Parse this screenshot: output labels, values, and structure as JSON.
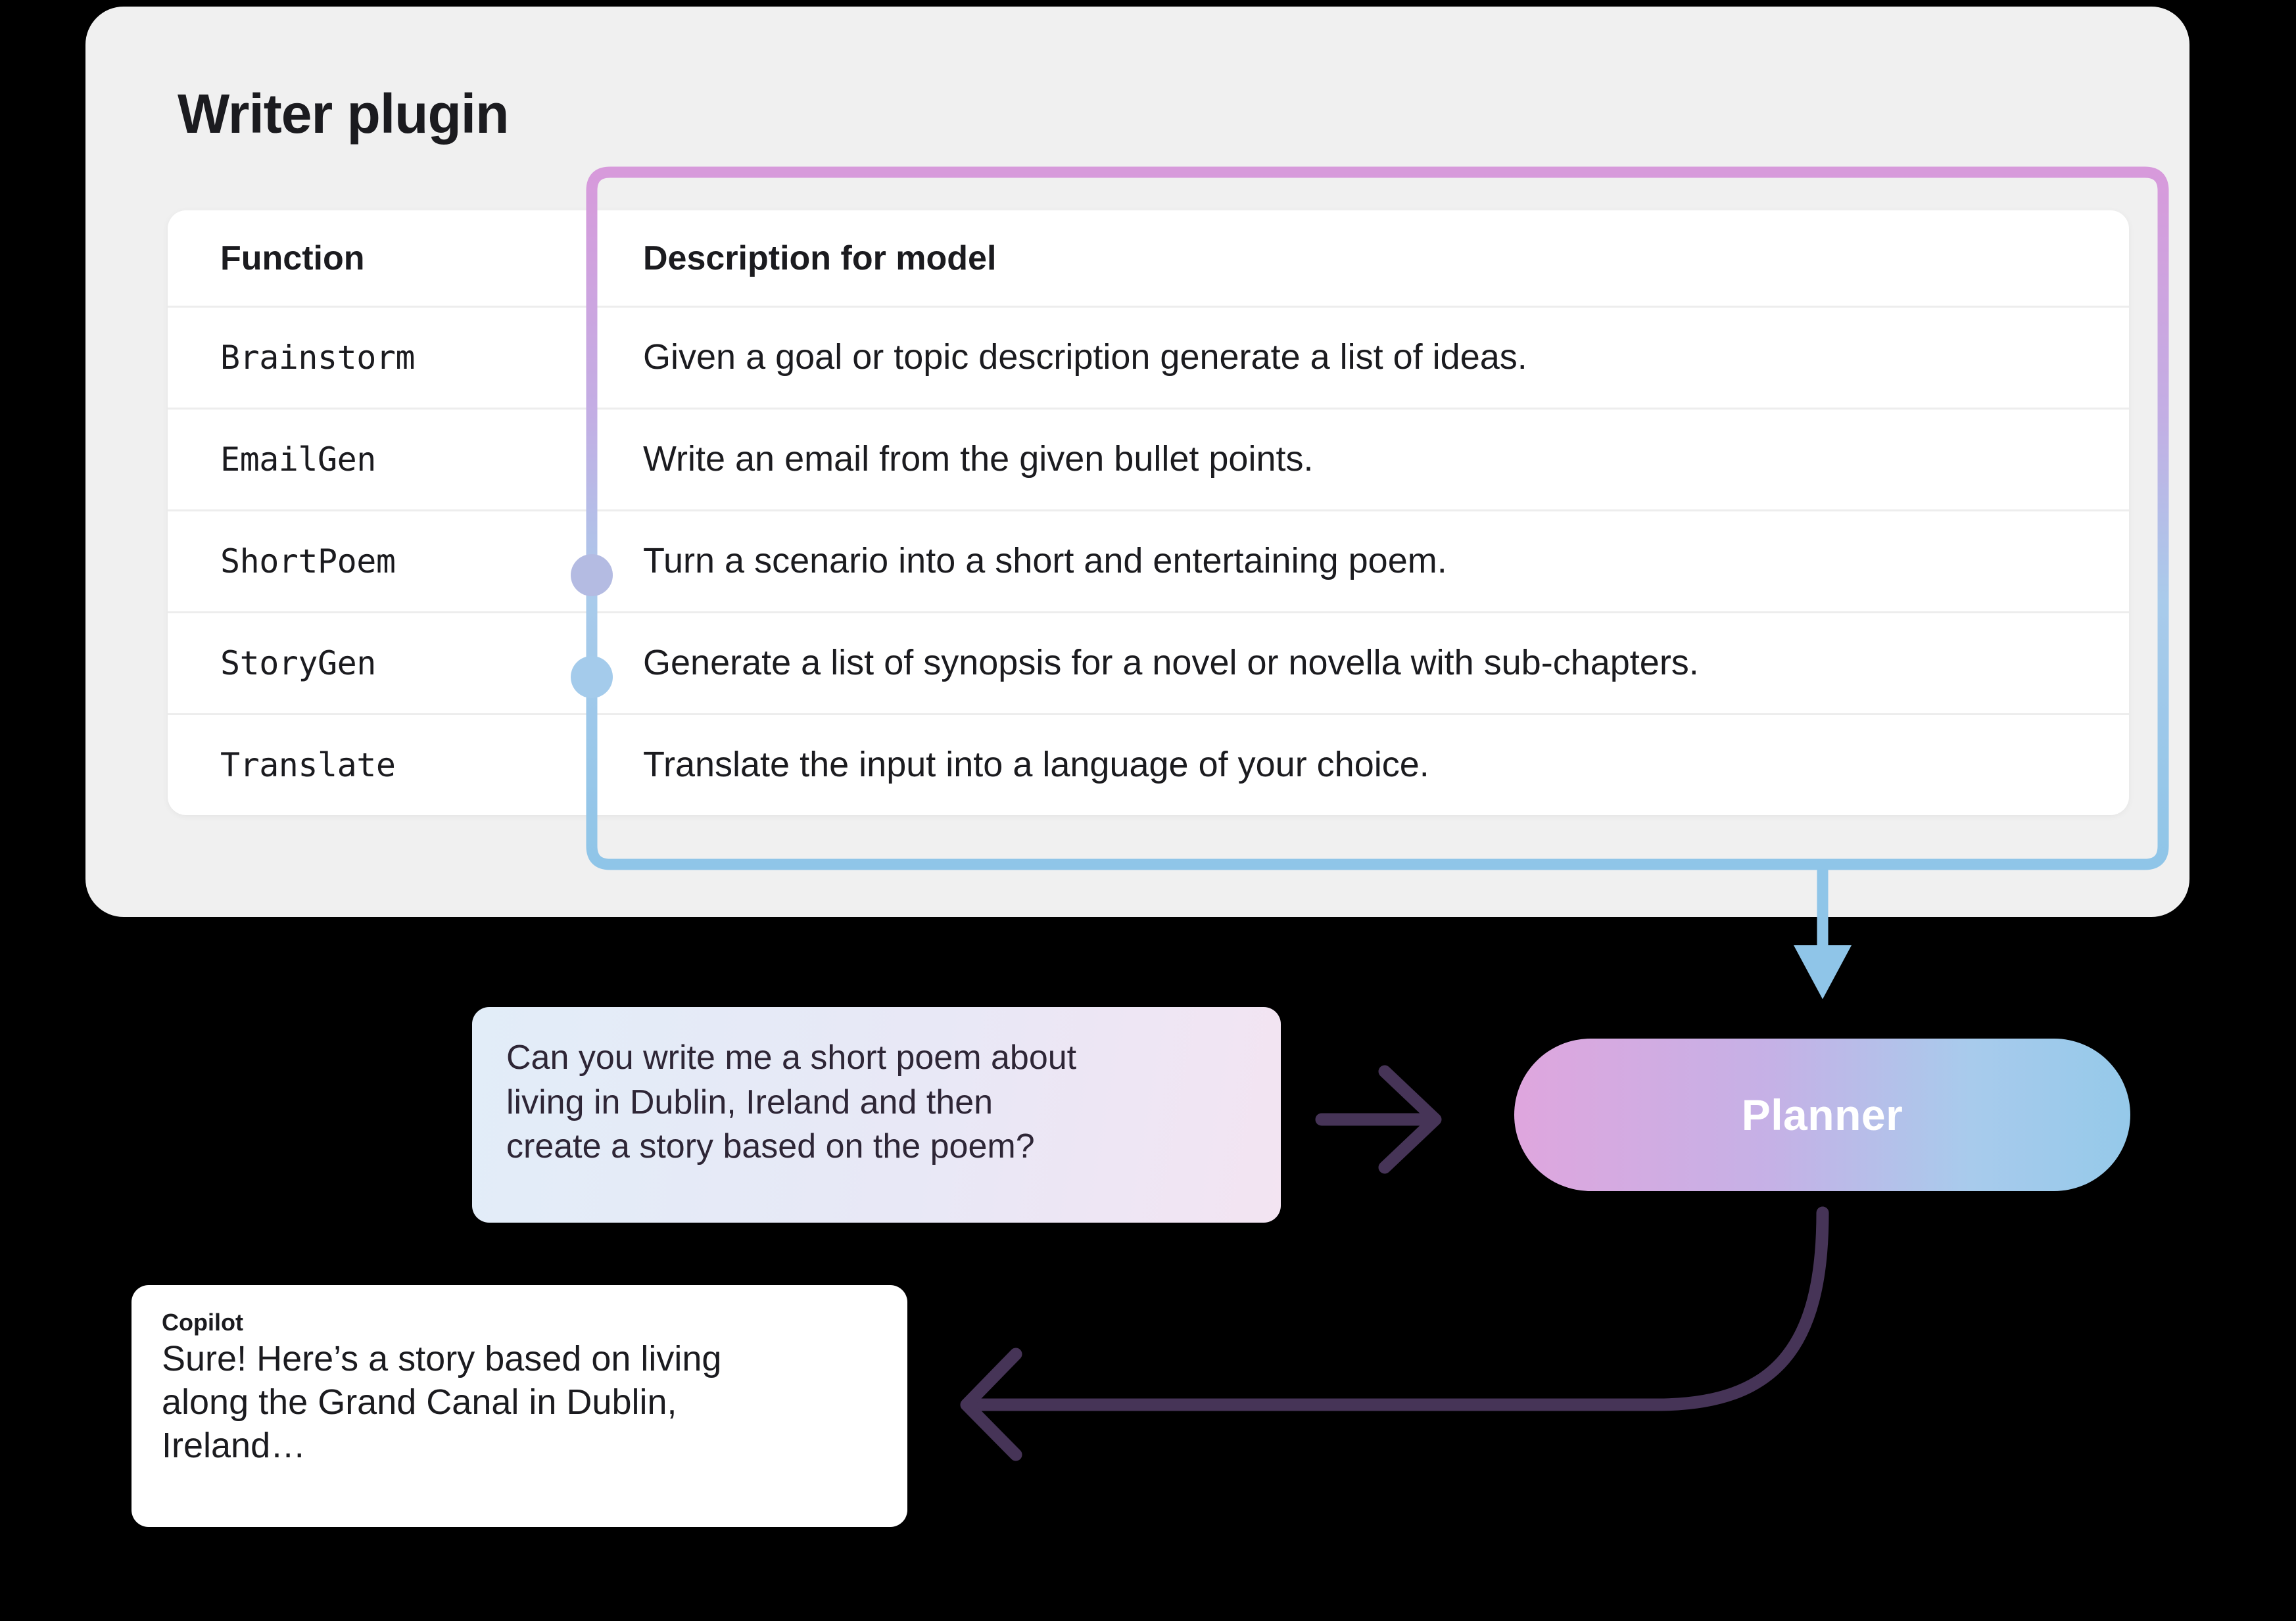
{
  "panel": {
    "title": "Writer plugin"
  },
  "table": {
    "headers": [
      "Function",
      "Description for model"
    ],
    "rows": [
      {
        "function": "Brainstorm",
        "description": "Given a goal or topic description generate a list of ideas."
      },
      {
        "function": "EmailGen",
        "description": "Write an email from the given bullet points."
      },
      {
        "function": "ShortPoem",
        "description": "Turn a scenario into a short and entertaining poem."
      },
      {
        "function": "StoryGen",
        "description": "Generate a list of synopsis for a novel or novella with sub-chapters."
      },
      {
        "function": "Translate",
        "description": "Translate the input into a language of your choice."
      }
    ]
  },
  "connector": {
    "marker_shortpoem": "selection-dot-shortpoem",
    "marker_storygen": "selection-dot-storygen",
    "color_start": "#D79ADB",
    "color_end": "#8FC5E8"
  },
  "chat": {
    "user_message": "Can you write me a short poem about living in Dublin, Ireland and then create a story based on the poem?",
    "user_message_lines": [
      "Can you write me a short poem about",
      "living in Dublin, Ireland and then",
      "create a story based on the poem?"
    ],
    "planner_label": "Planner",
    "copilot_label": "Copilot",
    "copilot_message": "Sure! Here’s a story based on living along the Grand Canal in Dublin, Ireland…",
    "copilot_message_lines": [
      "Sure! Here’s a story based on living",
      "along the Grand Canal in Dublin,",
      "Ireland…"
    ]
  },
  "colors": {
    "background": "#000000",
    "panel": "#F0F0F0",
    "card": "#FFFFFF",
    "text": "#1B1B1F",
    "arrow": "#463457",
    "planner_gradient_start": "#DFA6DE",
    "planner_gradient_end": "#95C9EA"
  }
}
